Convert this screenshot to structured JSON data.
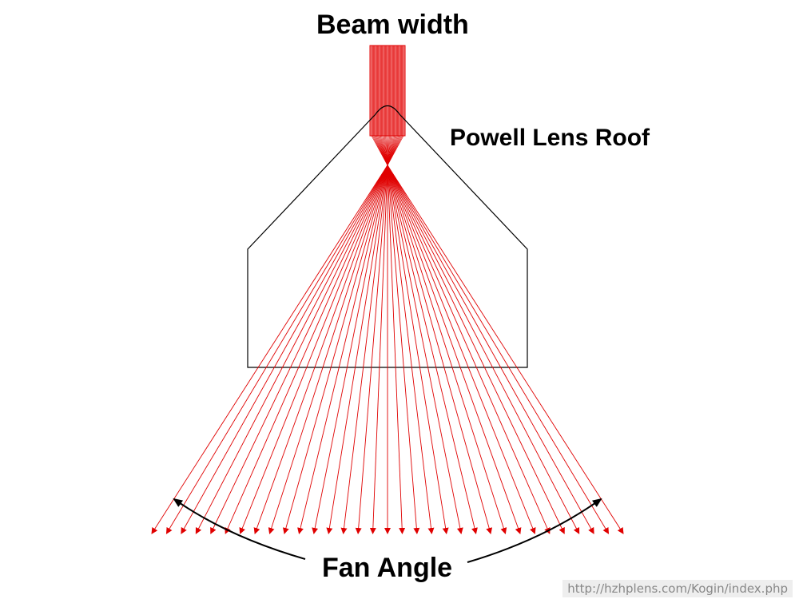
{
  "title": "Beam width",
  "lens_label": "Powell Lens Roof",
  "fan_label": "Fan Angle",
  "watermark": "http://hzhplens.com/Kogin/index.php",
  "colors": {
    "ray": "#e00000",
    "beam_fill": "#f59090",
    "outline": "#000000"
  },
  "ray_count": 33
}
